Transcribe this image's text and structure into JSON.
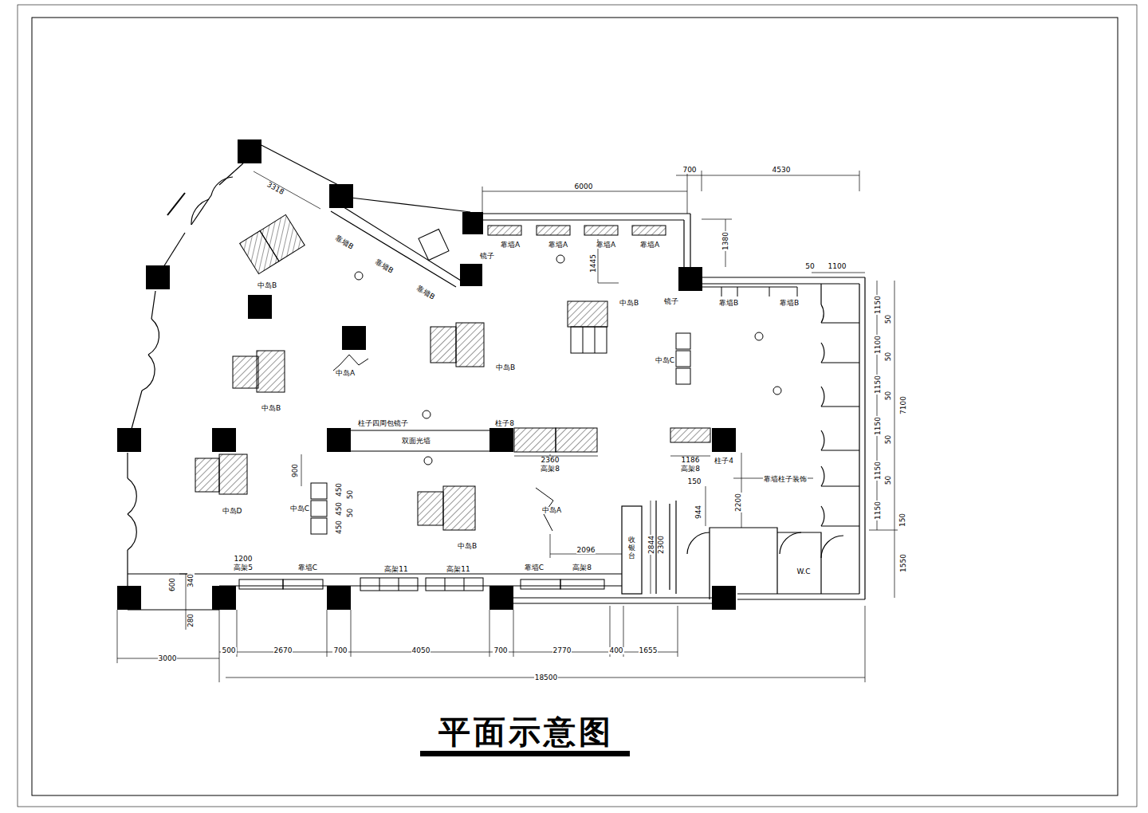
{
  "diagram": {
    "title": "平面示意图",
    "labels": [
      "700",
      "4530",
      "6000",
      "1380",
      "1445",
      "50",
      "1100",
      "3318",
      "靠墙B",
      "靠墙B",
      "靠墙B",
      "中岛B",
      "靠墙A",
      "靠墙A",
      "靠墙A",
      "靠墙A",
      "镜子",
      "中岛B",
      "镜子",
      "靠墙B",
      "靠墙B",
      "中岛C",
      "中岛A",
      "中岛B",
      "中岛B",
      "柱子四周包镜子",
      "柱子8",
      "双面光墙",
      "2360",
      "高架8",
      "1186",
      "高架8",
      "柱子4",
      "靠墙柱子装饰",
      "900",
      "中岛D",
      "中岛C",
      "450",
      "50",
      "450",
      "50",
      "450",
      "中岛B",
      "中岛A",
      "150",
      "944",
      "2200",
      "2096",
      "收银台",
      "2844",
      "2300",
      "W.C",
      "1200",
      "高架5",
      "靠墙C",
      "高架11",
      "高架11",
      "靠墙C",
      "高架8",
      "600",
      "340",
      "280",
      "3000",
      "500",
      "2670",
      "700",
      "4050",
      "700",
      "2770",
      "400",
      "1655",
      "18500",
      "1150",
      "50",
      "1100",
      "50",
      "1150",
      "50",
      "7100",
      "1150",
      "50",
      "1150",
      "50",
      "1150",
      "150",
      "1550"
    ]
  }
}
